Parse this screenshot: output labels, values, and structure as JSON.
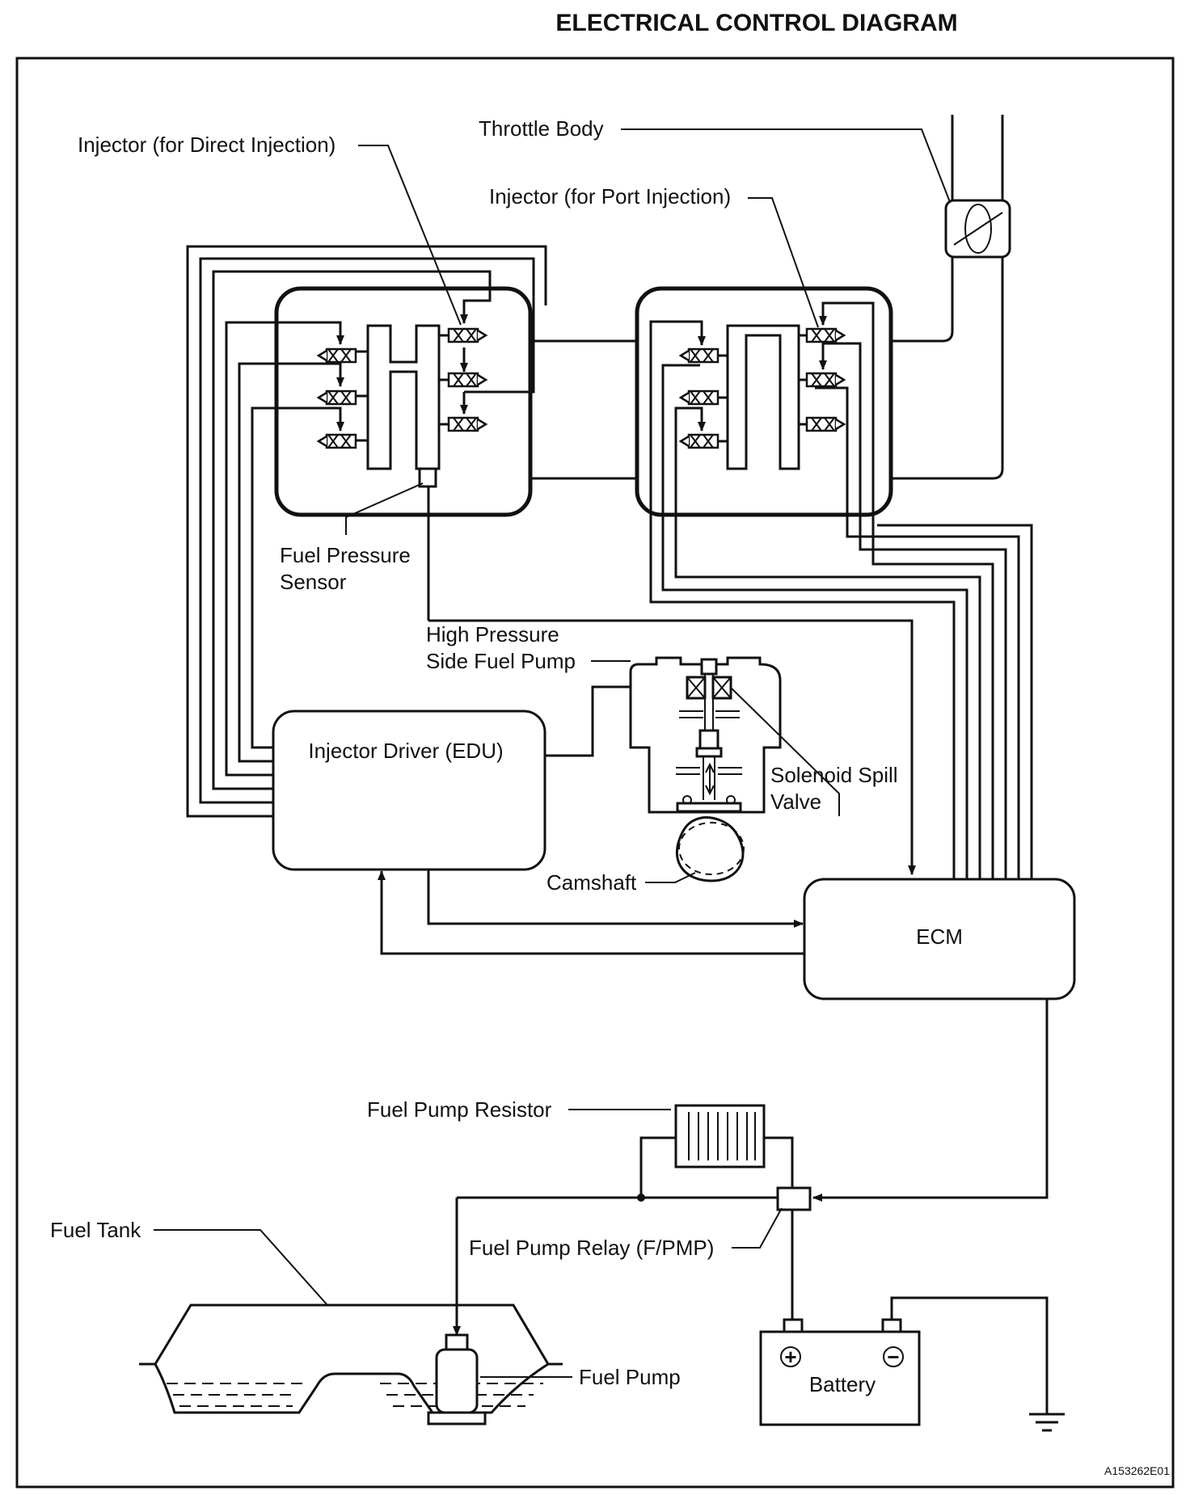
{
  "title": "ELECTRICAL CONTROL DIAGRAM",
  "labels": {
    "injector_direct": "Injector (for Direct Injection)",
    "throttle_body": "Throttle Body",
    "injector_port": "Injector (for Port Injection)",
    "fuel_pressure_sensor_line1": "Fuel Pressure",
    "fuel_pressure_sensor_line2": "Sensor",
    "hp_pump_line1": "High Pressure",
    "hp_pump_line2": "Side Fuel Pump",
    "injector_driver": "Injector Driver (EDU)",
    "solenoid_line1": "Solenoid Spill",
    "solenoid_line2": "Valve",
    "camshaft": "Camshaft",
    "ecm": "ECM",
    "fuel_pump_resistor": "Fuel Pump Resistor",
    "fuel_tank": "Fuel Tank",
    "fuel_pump_relay": "Fuel Pump Relay (F/PMP)",
    "fuel_pump": "Fuel Pump",
    "battery": "Battery",
    "battery_plus": "+",
    "battery_minus": "−"
  },
  "figure_code": "A153262E01",
  "colors": {
    "line": "#111111",
    "background": "#ffffff"
  }
}
